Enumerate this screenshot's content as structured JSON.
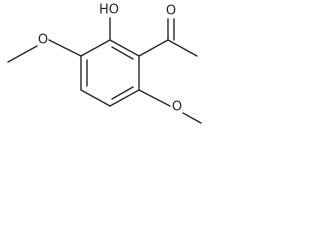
{
  "molecule": {
    "atom_labels": {
      "hydroxyl": "HO",
      "carbonyl_oxygen": "O",
      "methoxy_left_oxygen": "O",
      "methoxy_right_oxygen": "O"
    },
    "colors": {
      "bond": "#262626",
      "background": "#ffffff"
    }
  }
}
